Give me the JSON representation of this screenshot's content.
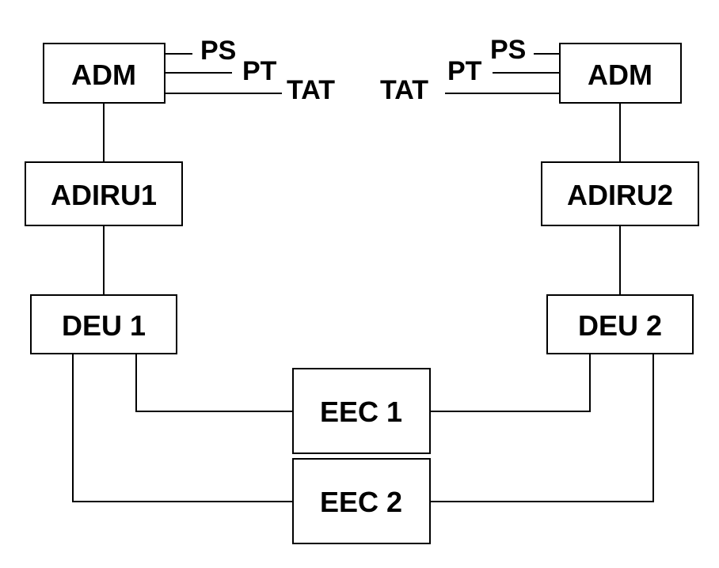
{
  "nodes": {
    "adm_left": "ADM",
    "adm_right": "ADM",
    "adiru1": "ADIRU1",
    "adiru2": "ADIRU2",
    "deu1": "DEU 1",
    "deu2": "DEU 2",
    "eec1": "EEC 1",
    "eec2": "EEC 2"
  },
  "signals": {
    "left": {
      "ps": "PS",
      "pt": "PT",
      "tat": "TAT"
    },
    "right": {
      "ps": "PS",
      "pt": "PT",
      "tat": "TAT"
    }
  },
  "colors": {
    "stroke": "#000000",
    "background": "#ffffff"
  }
}
